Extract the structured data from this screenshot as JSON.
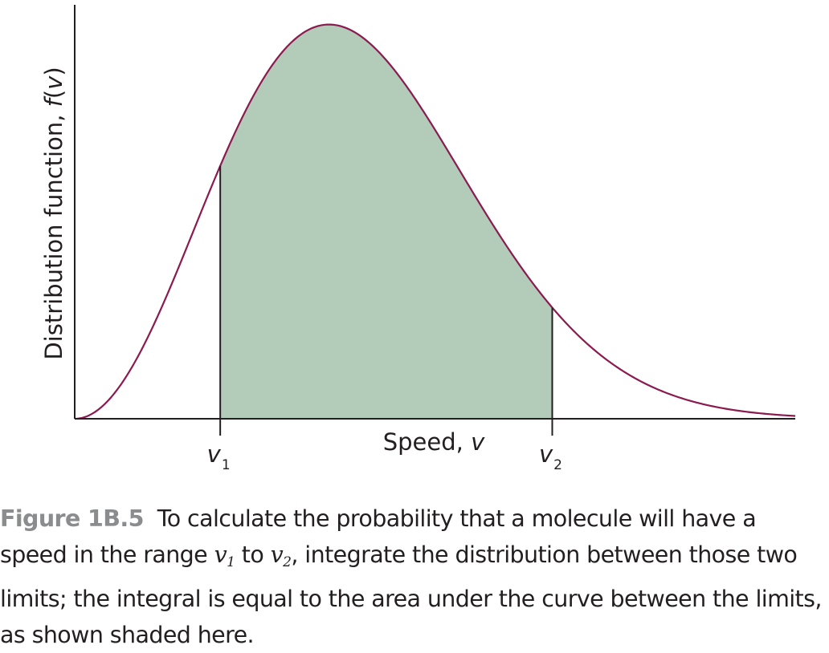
{
  "chart_data": {
    "type": "area",
    "xlabel_prefix": "Speed, ",
    "xlabel_var": "v",
    "ylabel_prefix": "Distribution function, ",
    "ylabel_func": "f",
    "ylabel_arg": "v",
    "x_ticks": [
      {
        "sym": "v",
        "sub": "1",
        "x": 1.03
      },
      {
        "sym": "v",
        "sub": "2",
        "x": 3.38
      }
    ],
    "xlim": [
      0,
      5.1
    ],
    "ylim": [
      0,
      1.05
    ],
    "curve": "Maxwell-Boltzmann speed distribution (normalized peak = 1)",
    "peak_x": 1.8,
    "shaded_range": [
      1.03,
      3.38
    ],
    "colors": {
      "curve": "#8b1a4f",
      "fill": "#b3cbb9",
      "axis": "#231f20"
    }
  },
  "caption": {
    "figure_number": "Figure 1B.5",
    "text_1": "To calculate the probability that a molecule will have a speed in the range ",
    "sym_1": "v",
    "sub_1": "1",
    "text_2": " to ",
    "sym_2": "v",
    "sub_2": "2",
    "text_3": ", integrate the distribution between those two limits; the integral is equal to the area under the curve between the limits, as shown shaded here."
  }
}
